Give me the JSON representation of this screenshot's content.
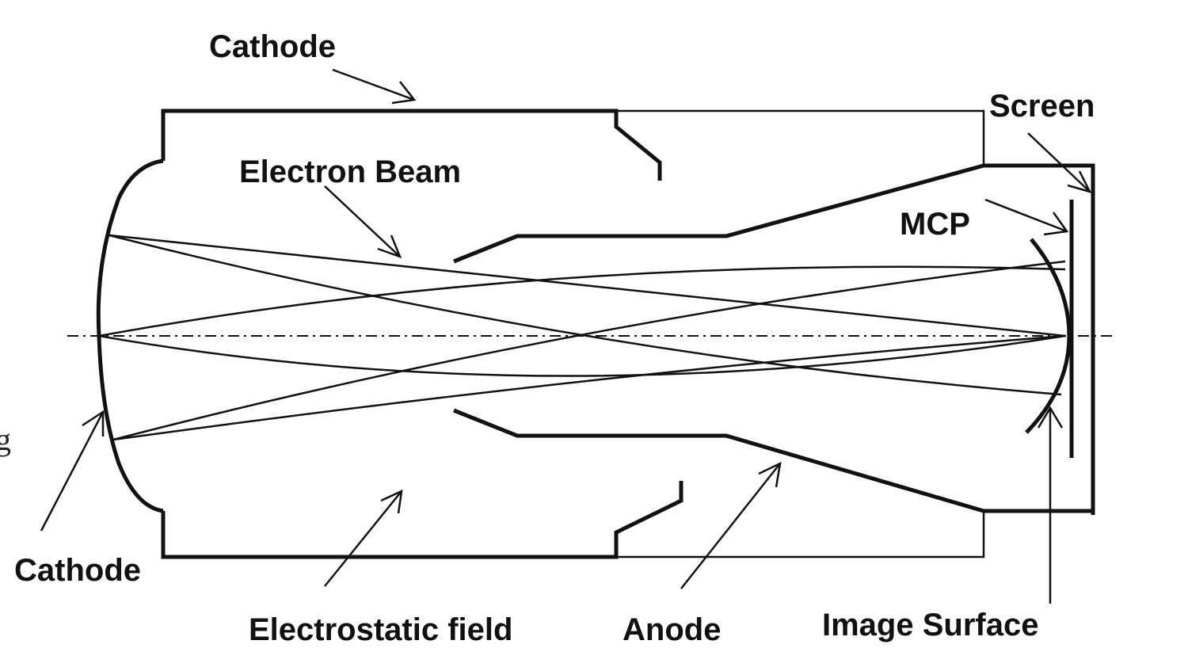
{
  "labels": {
    "cathode_top": "Cathode",
    "screen": "Screen",
    "electron_beam": "Electron Beam",
    "mcp": "MCP",
    "cathode_bottom": "Cathode",
    "electrostatic_field": "Electrostatic field",
    "anode": "Anode",
    "image_surface": "Image Surface",
    "edge_mark": "g"
  }
}
